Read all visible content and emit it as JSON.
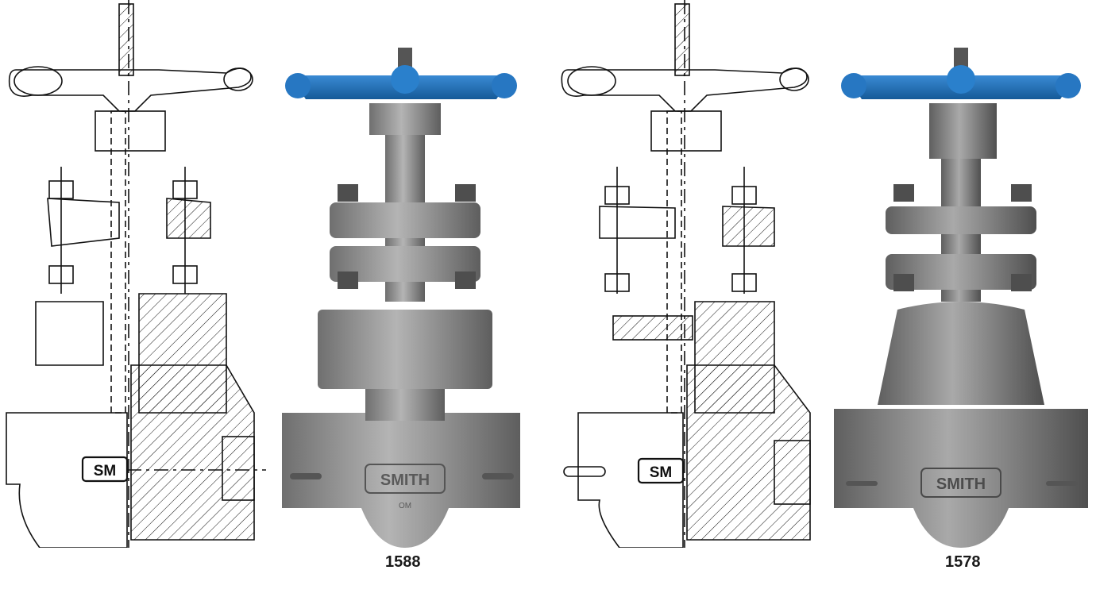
{
  "figures": [
    {
      "id": "valve_1588",
      "model": "1588",
      "body_mark": "SMITH",
      "sub_mark": "OM",
      "drawing_tag": "SM"
    },
    {
      "id": "valve_1578",
      "model": "1578",
      "body_mark": "SMITH",
      "drawing_tag": "SM"
    }
  ],
  "colors": {
    "handwheel": "#1f6fb5",
    "body_metal": "#8d8d8d",
    "line_art": "#111111"
  }
}
